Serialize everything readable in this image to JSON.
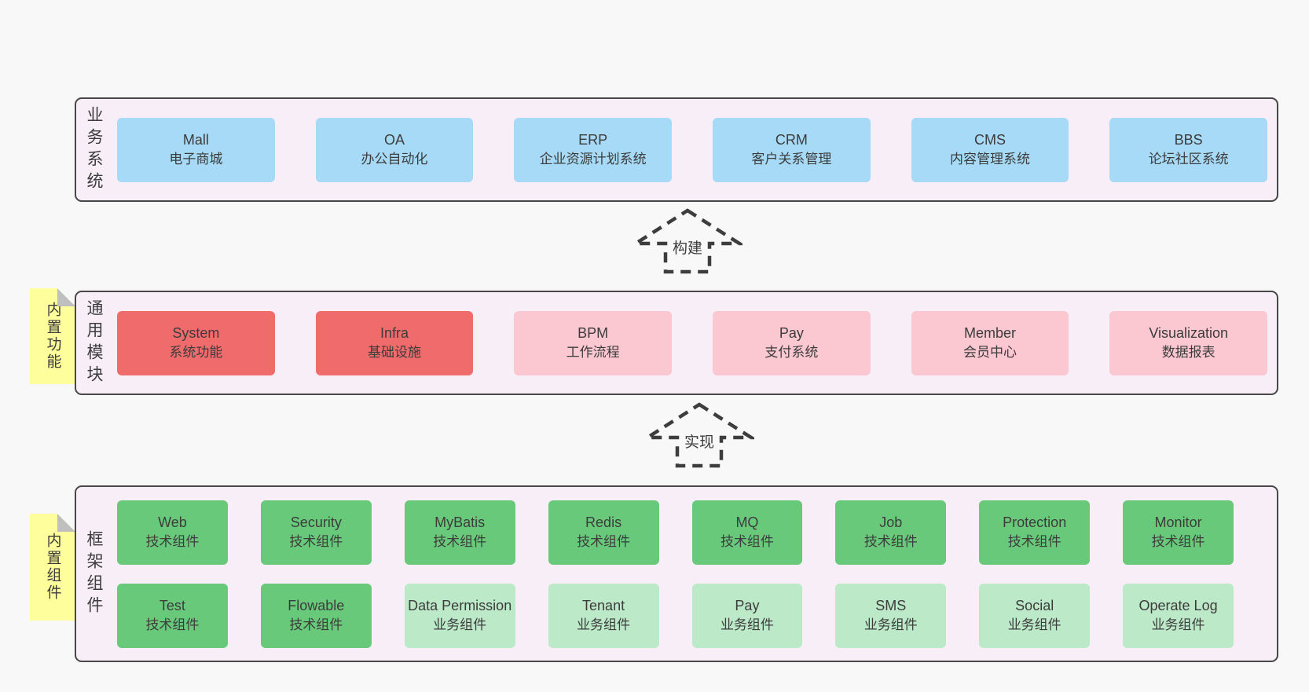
{
  "colors": {
    "page_bg": "#f8f8f8",
    "band_bg": "#f8eef7",
    "band_border": "#474747",
    "box_blue": "#a6daf6",
    "box_red": "#f06b6c",
    "box_pink": "#fbc7d1",
    "box_green": "#69c97b",
    "box_green_light": "#bce9c8",
    "note_yellow": "#feff9c",
    "note_fold": "#bfbfbf",
    "arrow_dash": "#3d3d3d",
    "text": "#3c3c3c"
  },
  "notes": [
    {
      "label": "内置功能"
    },
    {
      "label": "内置组件"
    }
  ],
  "arrows": [
    {
      "label": "构建"
    },
    {
      "label": "实现"
    }
  ],
  "bands": [
    {
      "label": "业务系统",
      "boxes": [
        {
          "name": "Mall",
          "desc": "电子商城",
          "variant": "blue"
        },
        {
          "name": "OA",
          "desc": "办公自动化",
          "variant": "blue"
        },
        {
          "name": "ERP",
          "desc": "企业资源计划系统",
          "variant": "blue"
        },
        {
          "name": "CRM",
          "desc": "客户关系管理",
          "variant": "blue"
        },
        {
          "name": "CMS",
          "desc": "内容管理系统",
          "variant": "blue"
        },
        {
          "name": "BBS",
          "desc": "论坛社区系统",
          "variant": "blue"
        }
      ]
    },
    {
      "label": "通用模块",
      "boxes": [
        {
          "name": "System",
          "desc": "系统功能",
          "variant": "red"
        },
        {
          "name": "Infra",
          "desc": "基础设施",
          "variant": "red"
        },
        {
          "name": "BPM",
          "desc": "工作流程",
          "variant": "pink"
        },
        {
          "name": "Pay",
          "desc": "支付系统",
          "variant": "pink"
        },
        {
          "name": "Member",
          "desc": "会员中心",
          "variant": "pink"
        },
        {
          "name": "Visualization",
          "desc": "数据报表",
          "variant": "pink"
        }
      ]
    },
    {
      "label": "框架组件",
      "rows": [
        {
          "boxes": [
            {
              "name": "Web",
              "desc": "技术组件",
              "variant": "green"
            },
            {
              "name": "Security",
              "desc": "技术组件",
              "variant": "green"
            },
            {
              "name": "MyBatis",
              "desc": "技术组件",
              "variant": "green"
            },
            {
              "name": "Redis",
              "desc": "技术组件",
              "variant": "green"
            },
            {
              "name": "MQ",
              "desc": "技术组件",
              "variant": "green"
            },
            {
              "name": "Job",
              "desc": "技术组件",
              "variant": "green"
            },
            {
              "name": "Protection",
              "desc": "技术组件",
              "variant": "green"
            },
            {
              "name": "Monitor",
              "desc": "技术组件",
              "variant": "green"
            }
          ]
        },
        {
          "boxes": [
            {
              "name": "Test",
              "desc": "技术组件",
              "variant": "green"
            },
            {
              "name": "Flowable",
              "desc": "技术组件",
              "variant": "green"
            },
            {
              "name": "Data Permission",
              "desc": "业务组件",
              "variant": "green-light"
            },
            {
              "name": "Tenant",
              "desc": "业务组件",
              "variant": "green-light"
            },
            {
              "name": "Pay",
              "desc": "业务组件",
              "variant": "green-light"
            },
            {
              "name": "SMS",
              "desc": "业务组件",
              "variant": "green-light"
            },
            {
              "name": "Social",
              "desc": "业务组件",
              "variant": "green-light"
            },
            {
              "name": "Operate Log",
              "desc": "业务组件",
              "variant": "green-light"
            }
          ]
        }
      ]
    }
  ]
}
